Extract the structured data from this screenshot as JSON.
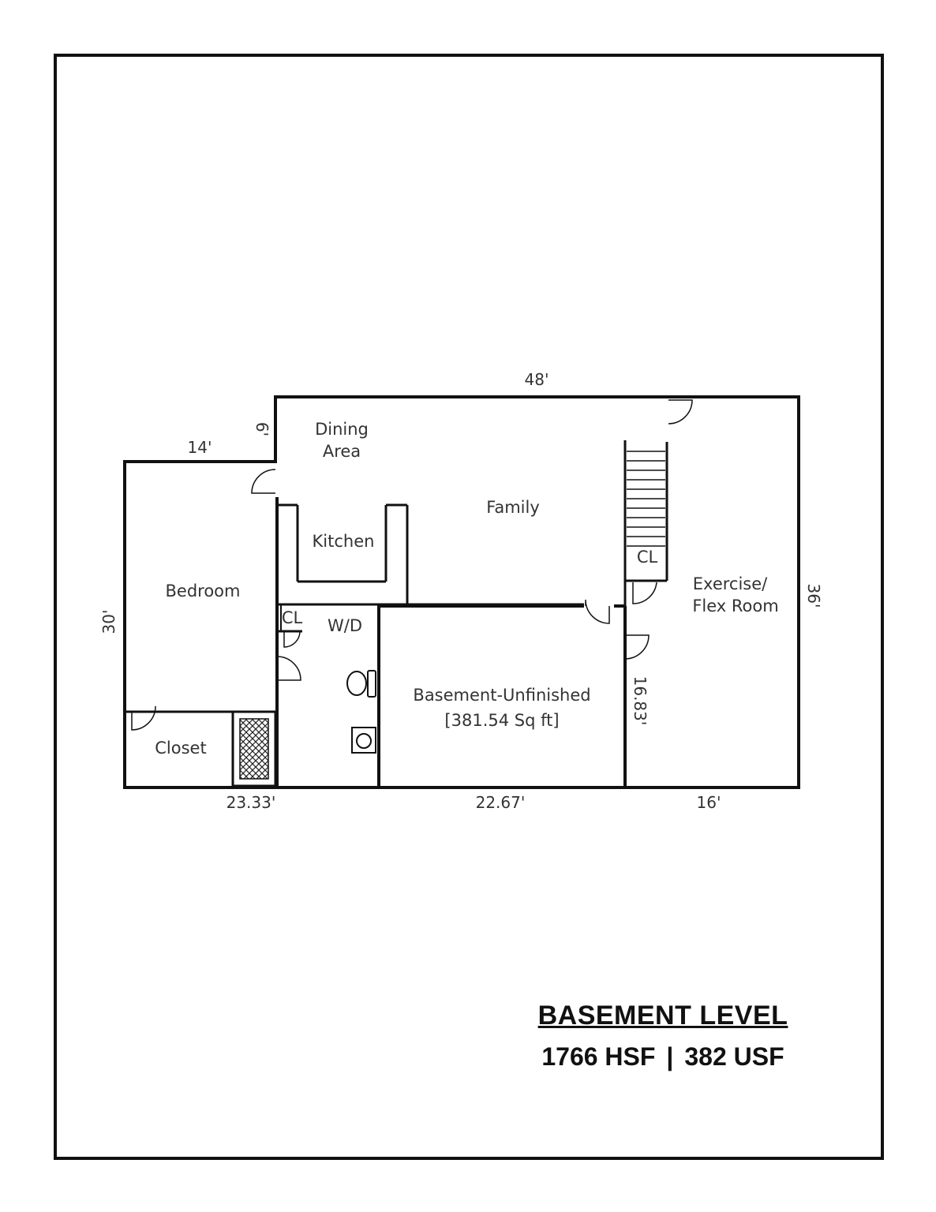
{
  "rooms": {
    "dining_line1": "Dining",
    "dining_line2": "Area",
    "family": "Family",
    "kitchen": "Kitchen",
    "bedroom": "Bedroom",
    "cl_laundry": "CL",
    "wd": "W/D",
    "closet": "Closet",
    "basement_line1": "Basement-Unfinished",
    "basement_line2": "[381.54 Sq ft]",
    "cl_stairs": "CL",
    "exercise_line1": "Exercise/",
    "exercise_line2": "Flex Room"
  },
  "dimensions": {
    "top": "48'",
    "upper_left": "14'",
    "notch": "6'",
    "left": "30'",
    "right": "36'",
    "inner": "16.83'",
    "bottom_left": "23.33'",
    "bottom_mid": "22.67'",
    "bottom_right": "16'"
  },
  "legend": {
    "title": "BASEMENT LEVEL",
    "hsf": "1766 HSF",
    "separator": "|",
    "usf": "382 USF"
  }
}
